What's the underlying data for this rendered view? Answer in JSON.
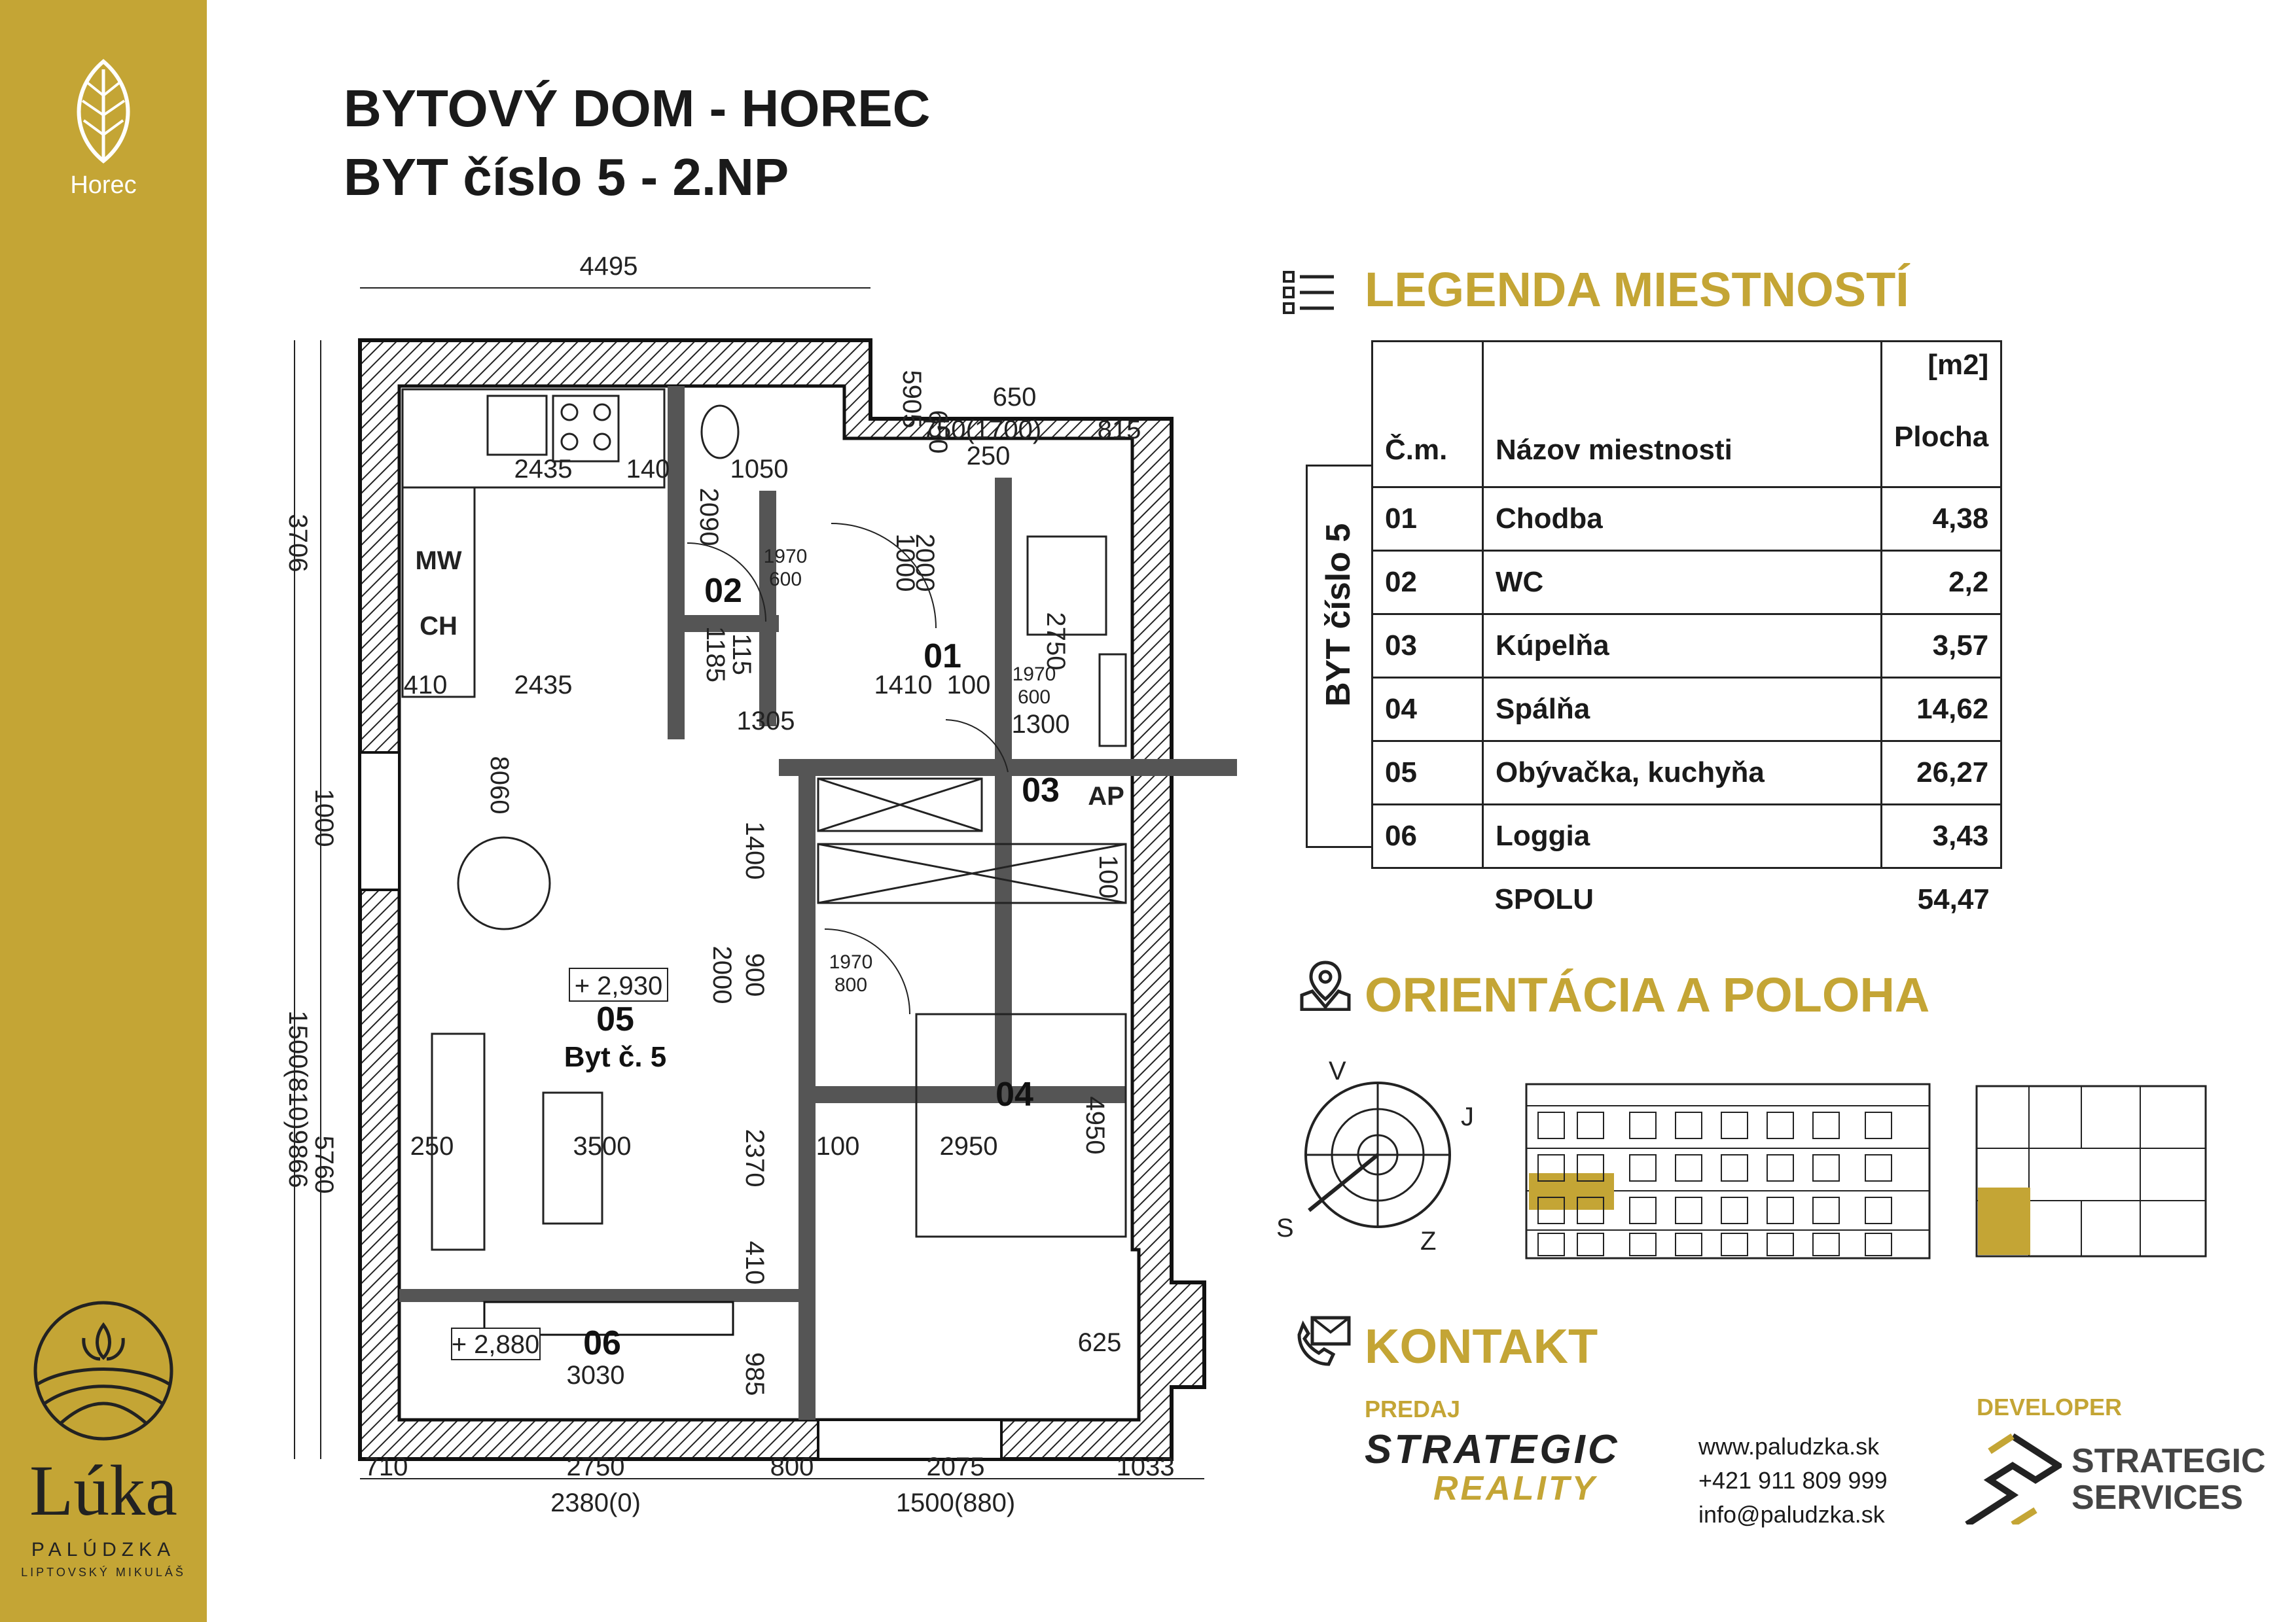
{
  "brand": {
    "top_name": "Horec",
    "logo_name": "Lúka",
    "logo_sub1": "PALÚDZKA",
    "logo_sub2": "LIPTOVSKÝ MIKULÁŠ"
  },
  "header": {
    "line1": "BYTOVÝ DOM - HOREC",
    "line2": "BYT číslo 5 - 2.NP"
  },
  "plan": {
    "dims_top": [
      "4495",
      "650",
      "750(1700)",
      "815"
    ],
    "dims_bottom": [
      "710",
      "2750",
      "800",
      "2075",
      "1033"
    ],
    "dims_bottom2": [
      "2380(0)",
      "1500(880)"
    ],
    "dims_left": [
      "3706",
      "1000",
      "1500(810)9866",
      "5760"
    ],
    "inner_dims": [
      "2435",
      "140",
      "1050",
      "250",
      "2090",
      "1970",
      "600",
      "1185",
      "115",
      "2000",
      "1000",
      "2750",
      "410",
      "2435",
      "1410",
      "100",
      "1970",
      "600",
      "1305",
      "1300",
      "8060",
      "1400",
      "100",
      "2000",
      "900",
      "1970",
      "800",
      "4950",
      "250",
      "3500",
      "2370",
      "100",
      "2950",
      "410",
      "625",
      "3030",
      "985",
      "5905",
      "650"
    ],
    "appliances": [
      "MW",
      "CH",
      "AP"
    ],
    "room_nums": [
      "01",
      "02",
      "03",
      "04",
      "05",
      "06"
    ],
    "room05_name": "Byt č. 5",
    "level_05": "+ 2,930",
    "level_06": "+ 2,880"
  },
  "legend": {
    "title": "LEGENDA MIESTNOSTÍ",
    "unit": "[m2]",
    "col_num": "Č.m.",
    "col_name": "Názov miestnosti",
    "col_area": "Plocha",
    "group_label": "BYT číslo 5",
    "rows": [
      {
        "num": "01",
        "name": "Chodba",
        "area": "4,38"
      },
      {
        "num": "02",
        "name": "WC",
        "area": "2,2"
      },
      {
        "num": "03",
        "name": "Kúpelňa",
        "area": "3,57"
      },
      {
        "num": "04",
        "name": "Spálňa",
        "area": "14,62"
      },
      {
        "num": "05",
        "name": "Obývačka, kuchyňa",
        "area": "26,27"
      },
      {
        "num": "06",
        "name": "Loggia",
        "area": "3,43"
      }
    ],
    "total_label": "SPOLU",
    "total_value": "54,47"
  },
  "orientation": {
    "title": "ORIENTÁCIA A POLOHA",
    "compass": [
      "V",
      "J",
      "Z",
      "S"
    ]
  },
  "contact": {
    "title": "KONTAKT",
    "sales_label": "PREDAJ",
    "sales_logo1": "STRATEGIC",
    "sales_logo2": "REALITY",
    "web": "www.paludzka.sk",
    "phone": "+421 911 809 999",
    "email": "info@paludzka.sk",
    "developer_label": "DEVELOPER",
    "dev_logo1": "STRATEGIC",
    "dev_logo2": "SERVICES"
  },
  "colors": {
    "accent": "#c4a535",
    "text": "#1a1a1a"
  }
}
